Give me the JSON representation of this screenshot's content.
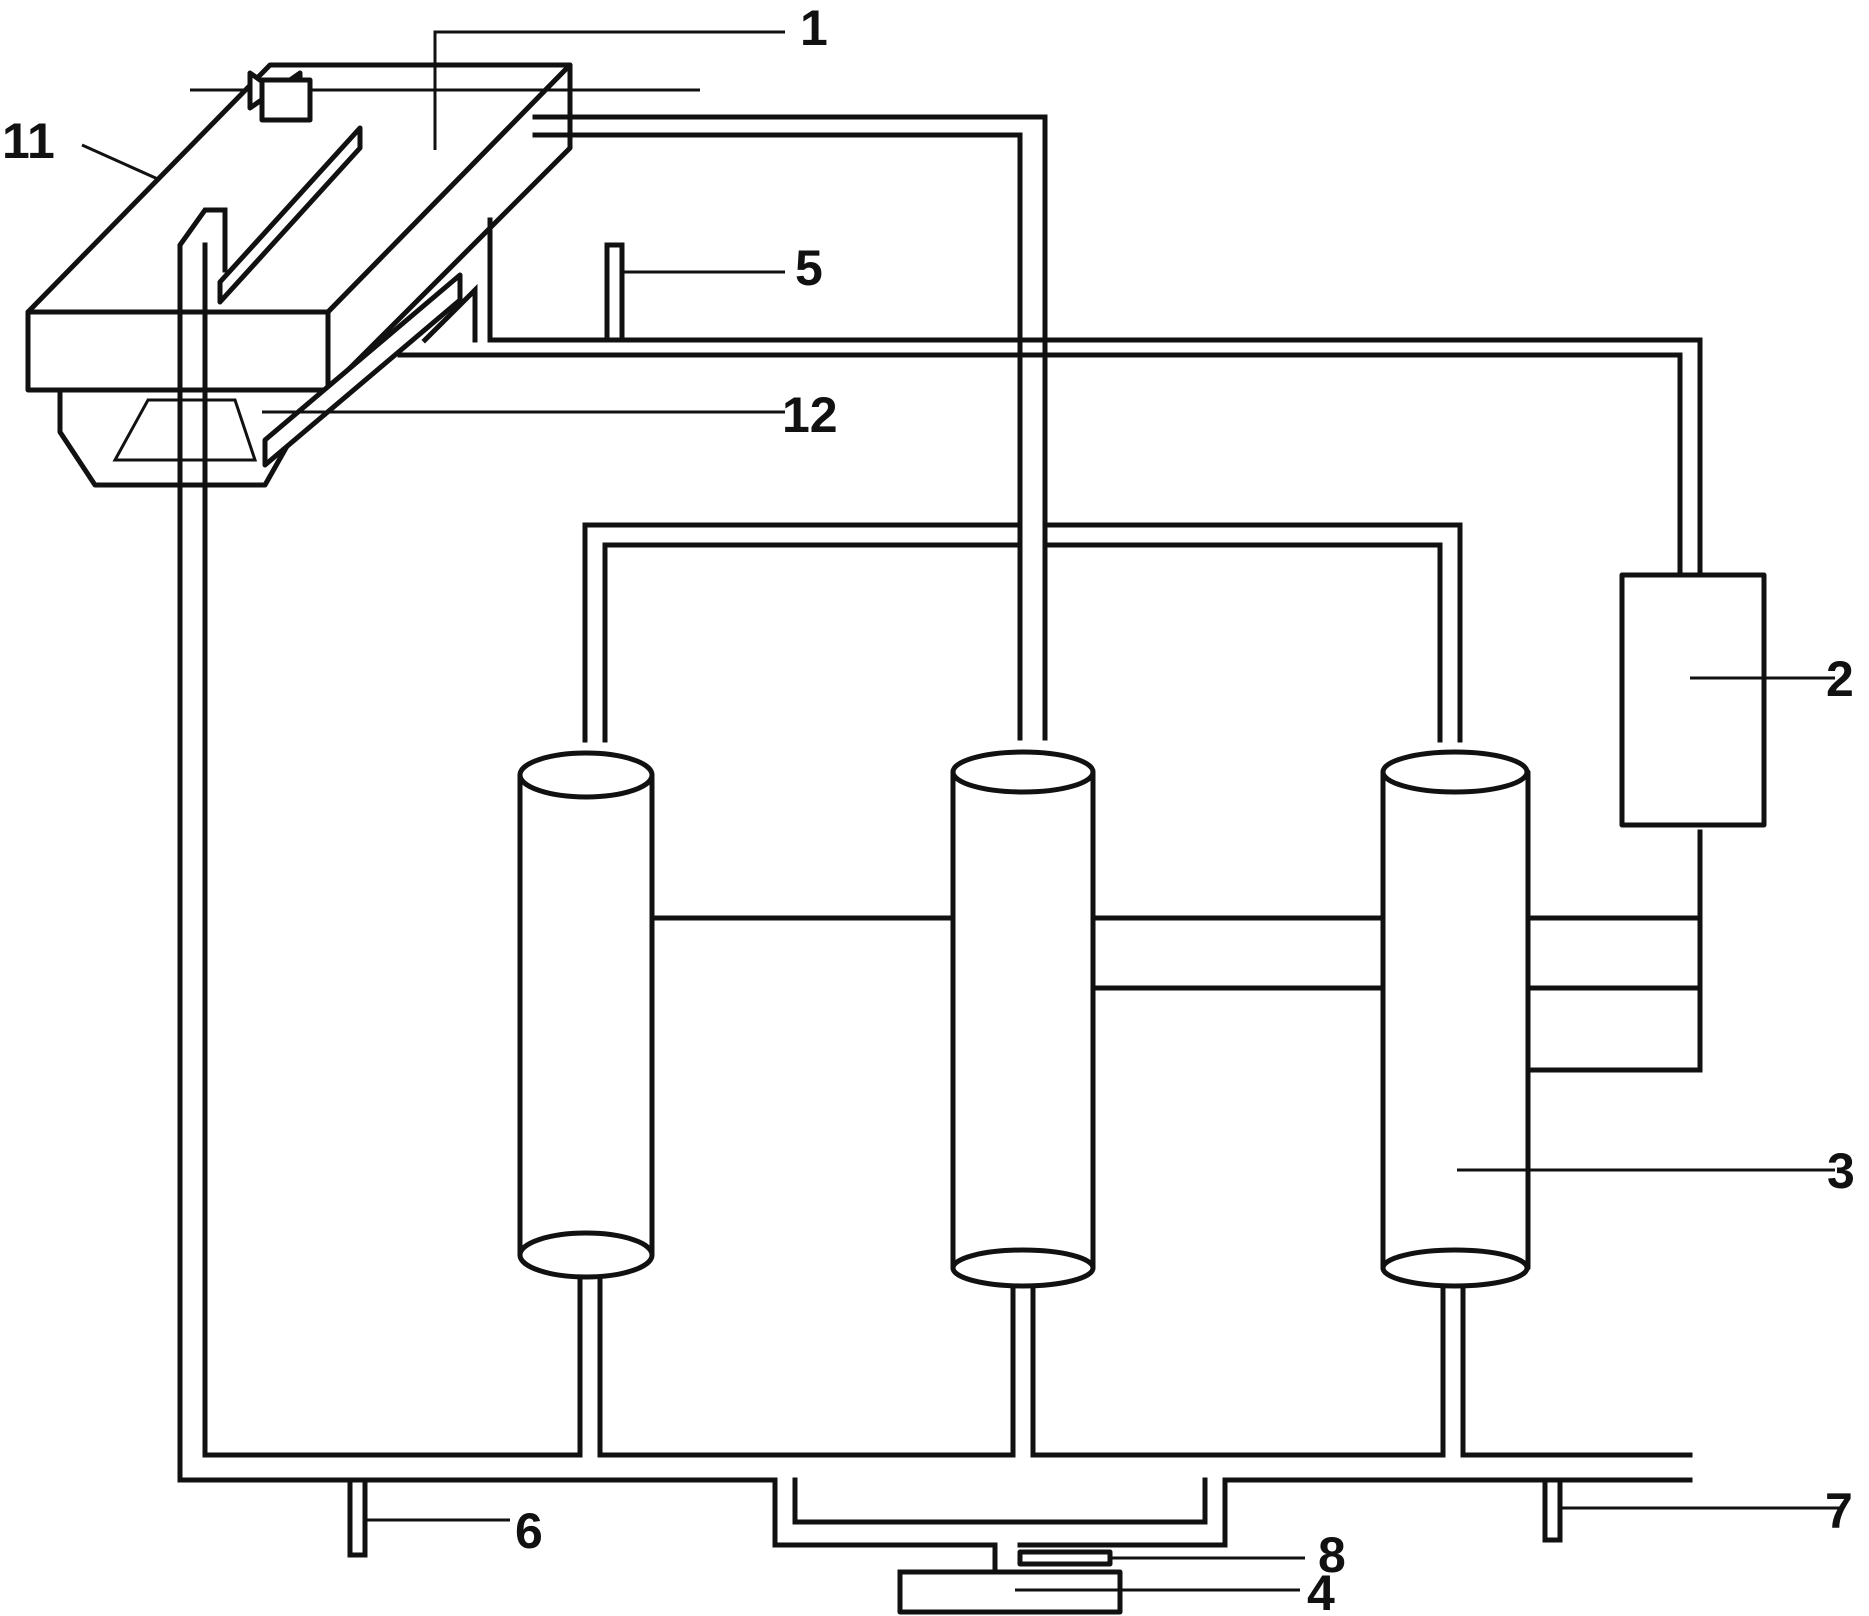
{
  "labels": {
    "l1": "1",
    "l2": "2",
    "l3": "3",
    "l4": "4",
    "l5": "5",
    "l6": "6",
    "l7": "7",
    "l8": "8",
    "l11": "11",
    "l12": "12"
  },
  "colors": {
    "stroke": "#111111",
    "background": "#ffffff"
  }
}
